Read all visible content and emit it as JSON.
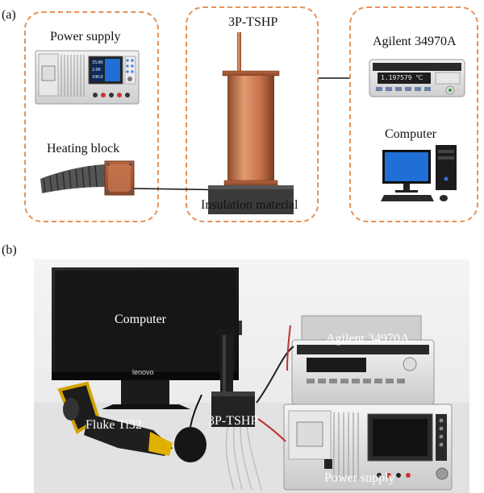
{
  "panel_a": {
    "tag": "(a)",
    "power_supply": "Power supply",
    "heating_block": "Heating block",
    "tshp": "3P-TSHP",
    "insulation": "Insulation material",
    "agilent": "Agilent 34970A",
    "computer": "Computer",
    "ps_display": [
      "35.00",
      "2.00",
      "100.0"
    ],
    "agilent_display": "1.197579 ℃"
  },
  "panel_b": {
    "tag": "(b)",
    "computer": "Computer",
    "agilent": "Agilent 34970A",
    "fluke": "Fluke Ti32",
    "tshp": "3P-TSHP",
    "power_supply": "Power supply",
    "monitor_brand": "lenovo"
  },
  "colors": {
    "dash": "#e5935a",
    "copper": "#c8714a",
    "screen_blue": "#1f6fd6"
  }
}
